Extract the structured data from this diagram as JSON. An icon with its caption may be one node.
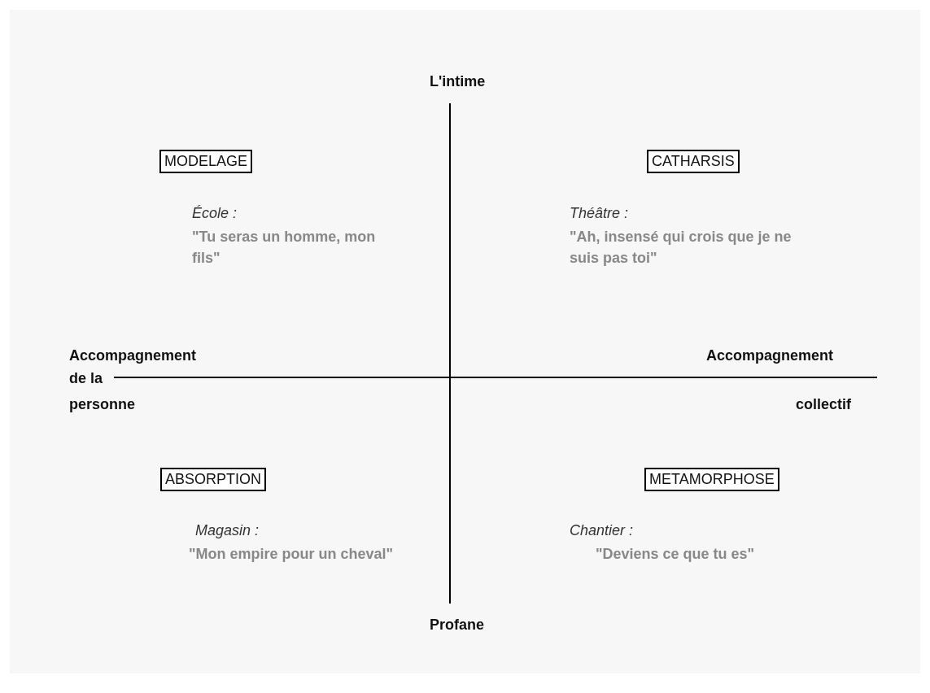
{
  "diagram": {
    "nodes": [
      {
        "text": [
          "MODELAGE"
        ]
      },
      {
        "text": [
          "CATHARSIS"
        ]
      },
      {
        "text": [
          "ABSORPTION"
        ]
      },
      {
        "text": [
          "METAMORPHOSE"
        ]
      }
    ],
    "labels": [
      "L'intime",
      "École :",
      "\"Tu seras un homme, mon fils\"",
      "Théâtre :",
      "\"Ah, insensé qui crois que je ne suis pas toi\"",
      "Accompagnement",
      "de la",
      "personne",
      "Accompagnement",
      "collectif",
      "Magasin :",
      "\"Mon empire pour un cheval\"",
      "Chantier :",
      "\"Deviens ce que tu es\"",
      "Profane"
    ]
  }
}
